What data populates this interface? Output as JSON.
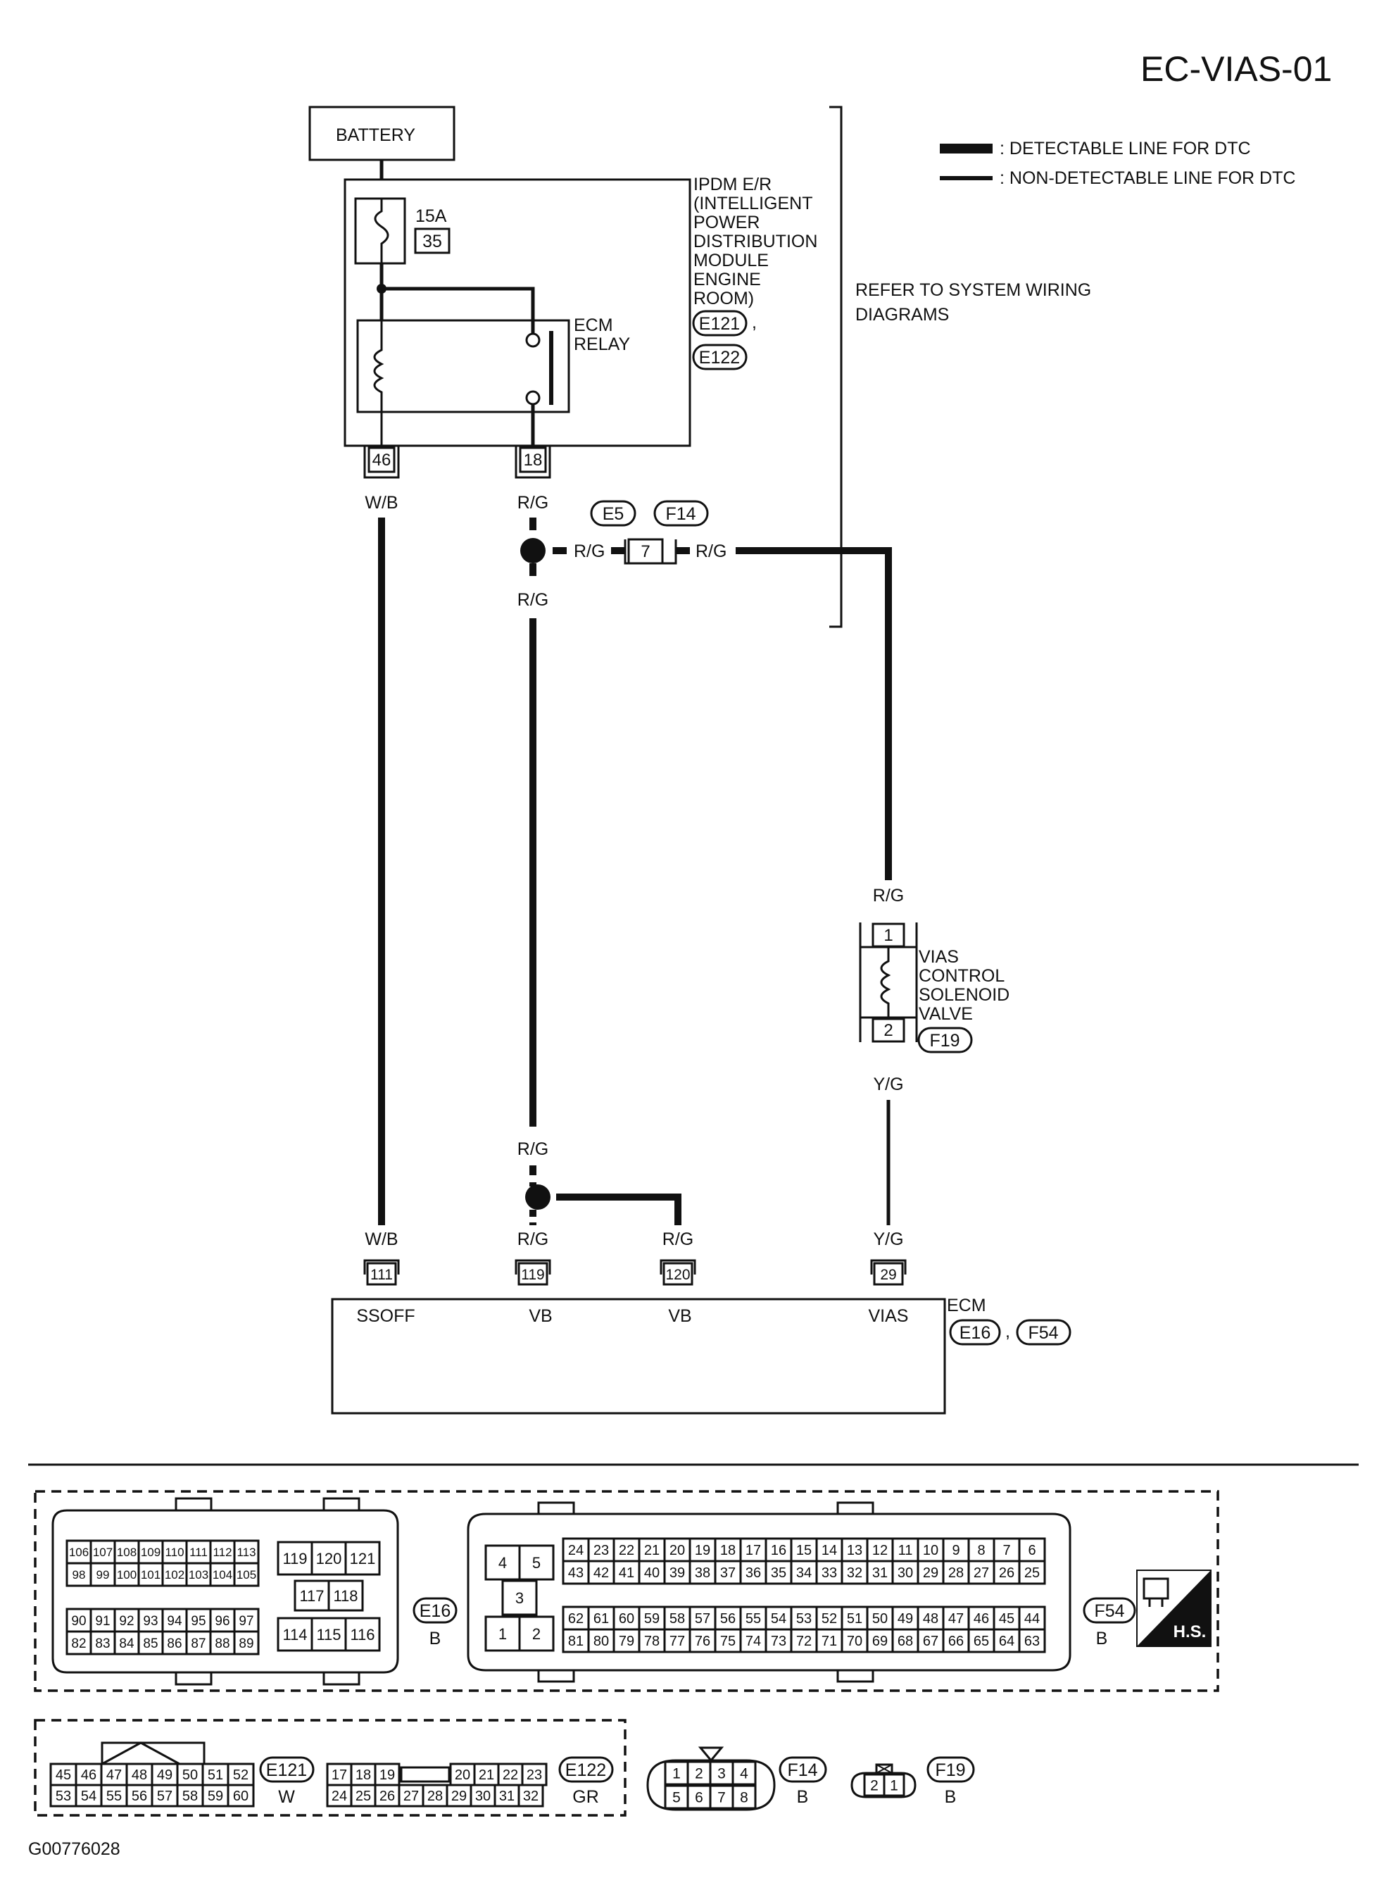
{
  "page_code": "EC-VIAS-01",
  "figure_id": "G00776028",
  "legend": {
    "detectable": ": DETECTABLE LINE FOR DTC",
    "non_detectable": ": NON-DETECTABLE LINE FOR DTC"
  },
  "battery": "BATTERY",
  "fuse": {
    "rating": "15A",
    "number": "35"
  },
  "ipdm": {
    "lines": [
      "IPDM E/R",
      "(INTELLIGENT",
      "POWER",
      "DISTRIBUTION",
      "MODULE",
      "ENGINE",
      "ROOM)"
    ],
    "connectors": [
      "E121",
      "E122"
    ]
  },
  "ecm_relay": [
    "ECM",
    "RELAY"
  ],
  "refer": [
    "REFER TO  SYSTEM WIRING",
    "DIAGRAMS"
  ],
  "ipdm_terminals": [
    "46",
    "18"
  ],
  "joint_connectors": [
    "E5",
    "F14"
  ],
  "joint_pin": "7",
  "solenoid": {
    "lines": [
      "VIAS",
      "CONTROL",
      "SOLENOID",
      "VALVE"
    ],
    "pins": [
      "1",
      "2"
    ],
    "connector": "F19"
  },
  "wire_colors": {
    "wb": "W/B",
    "rg": "R/G",
    "yg": "Y/G"
  },
  "ecm": {
    "label": "ECM",
    "connectors": [
      "E16",
      "F54"
    ],
    "terminals": [
      {
        "pin": "111",
        "name": "SSOFF"
      },
      {
        "pin": "119",
        "name": "VB"
      },
      {
        "pin": "120",
        "name": "VB"
      },
      {
        "pin": "29",
        "name": "VIAS"
      }
    ]
  },
  "connector_views": {
    "E16": {
      "color": "B",
      "left_top": [
        "106",
        "107",
        "108",
        "109",
        "110",
        "111",
        "112",
        "113"
      ],
      "left_top2": [
        "98",
        "99",
        "100",
        "101",
        "102",
        "103",
        "104",
        "105"
      ],
      "left_bot": [
        "90",
        "91",
        "92",
        "93",
        "94",
        "95",
        "96",
        "97"
      ],
      "left_bot2": [
        "82",
        "83",
        "84",
        "85",
        "86",
        "87",
        "88",
        "89"
      ],
      "mid_top": [
        "119",
        "120",
        "121"
      ],
      "mid_mid": [
        "117",
        "118"
      ],
      "mid_bot": [
        "114",
        "115",
        "116"
      ]
    },
    "F54": {
      "color": "B",
      "small": [
        "4",
        "5",
        "3",
        "1",
        "2"
      ],
      "row1": [
        "24",
        "23",
        "22",
        "21",
        "20",
        "19",
        "18",
        "17",
        "16",
        "15",
        "14",
        "13",
        "12",
        "11",
        "10",
        "9",
        "8",
        "7",
        "6"
      ],
      "row2": [
        "43",
        "42",
        "41",
        "40",
        "39",
        "38",
        "37",
        "36",
        "35",
        "34",
        "33",
        "32",
        "31",
        "30",
        "29",
        "28",
        "27",
        "26",
        "25"
      ],
      "row3": [
        "62",
        "61",
        "60",
        "59",
        "58",
        "57",
        "56",
        "55",
        "54",
        "53",
        "52",
        "51",
        "50",
        "49",
        "48",
        "47",
        "46",
        "45",
        "44"
      ],
      "row4": [
        "81",
        "80",
        "79",
        "78",
        "77",
        "76",
        "75",
        "74",
        "73",
        "72",
        "71",
        "70",
        "69",
        "68",
        "67",
        "66",
        "65",
        "64",
        "63"
      ]
    },
    "E121": {
      "color": "W",
      "row1": [
        "45",
        "46",
        "47",
        "48",
        "49",
        "50",
        "51",
        "52"
      ],
      "row2": [
        "53",
        "54",
        "55",
        "56",
        "57",
        "58",
        "59",
        "60"
      ]
    },
    "E122": {
      "color": "GR",
      "row1": [
        "17",
        "18",
        "19",
        "20",
        "21",
        "22",
        "23"
      ],
      "row2": [
        "24",
        "25",
        "26",
        "27",
        "28",
        "29",
        "30",
        "31",
        "32"
      ]
    },
    "F14": {
      "color": "B",
      "row1": [
        "1",
        "2",
        "3",
        "4"
      ],
      "row2": [
        "5",
        "6",
        "7",
        "8"
      ]
    },
    "F19": {
      "color": "B",
      "pins": [
        "2",
        "1"
      ]
    }
  },
  "hs_badge": "H.S."
}
